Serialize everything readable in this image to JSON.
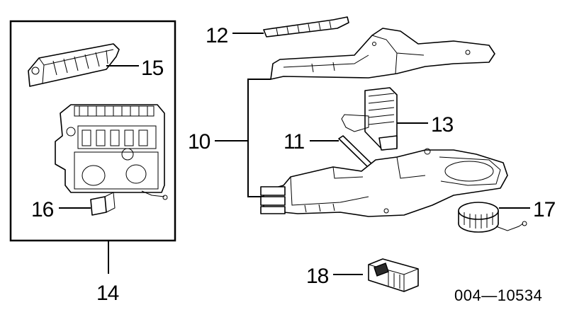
{
  "diagram": {
    "callouts": [
      {
        "id": "10",
        "label": "10"
      },
      {
        "id": "11",
        "label": "11"
      },
      {
        "id": "12",
        "label": "12"
      },
      {
        "id": "13",
        "label": "13"
      },
      {
        "id": "14",
        "label": "14"
      },
      {
        "id": "15",
        "label": "15"
      },
      {
        "id": "16",
        "label": "16"
      },
      {
        "id": "17",
        "label": "17"
      },
      {
        "id": "18",
        "label": "18"
      }
    ],
    "figure_code": "004—10534"
  }
}
